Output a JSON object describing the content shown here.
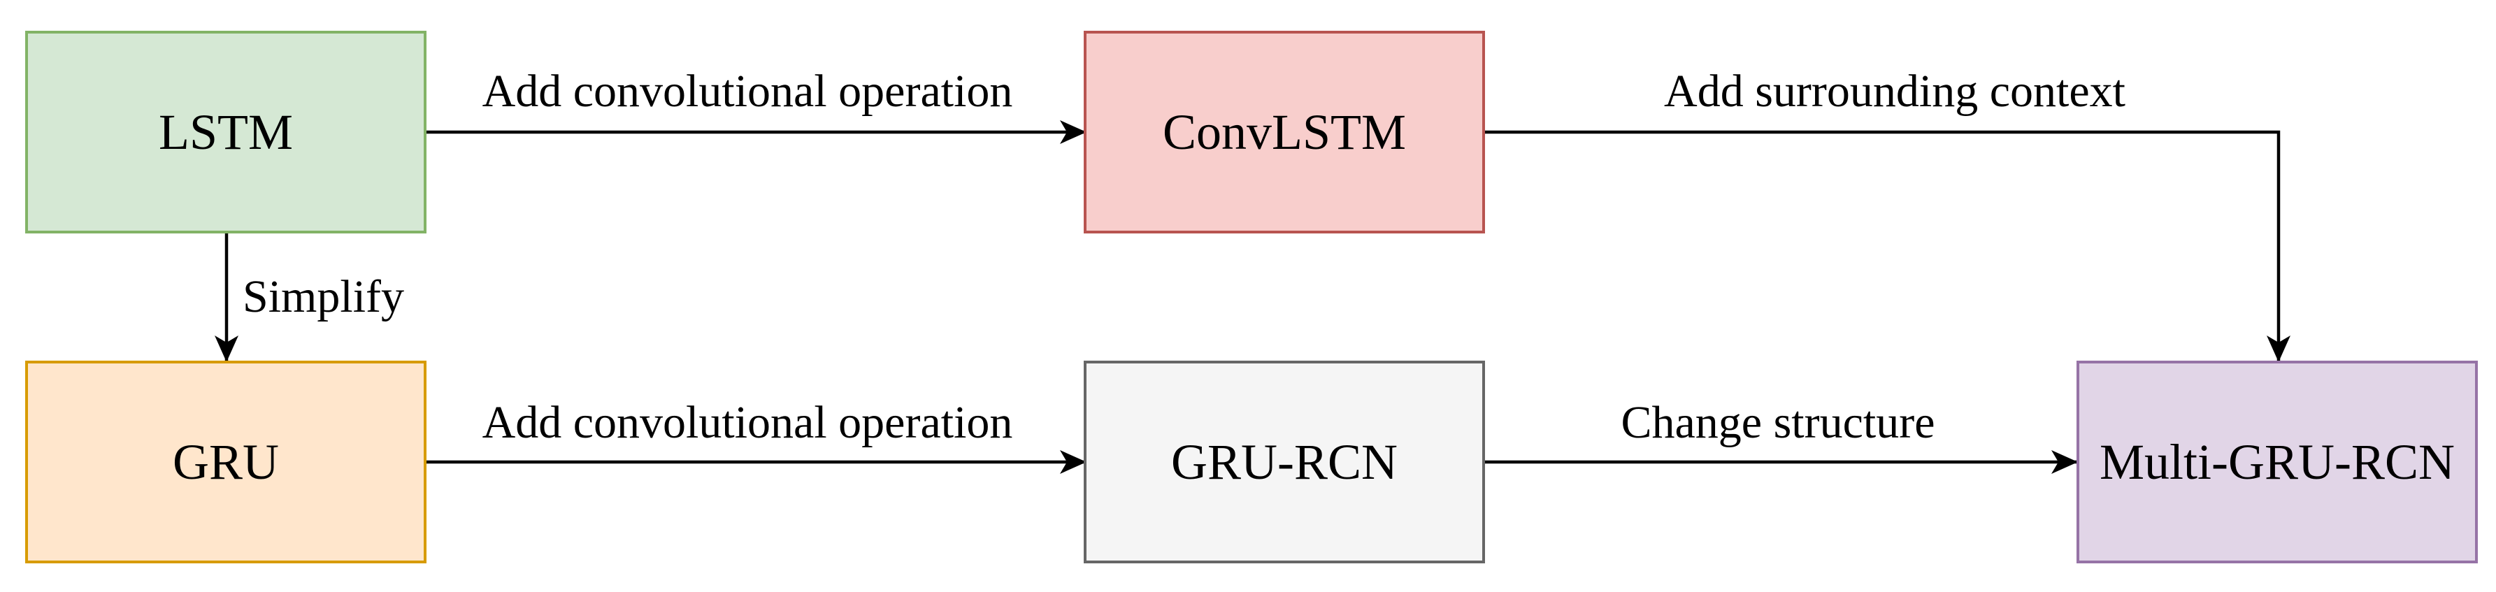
{
  "nodes": {
    "lstm": {
      "label": "LSTM",
      "fill": "#d5e8d4",
      "stroke": "#82b366"
    },
    "convlstm": {
      "label": "ConvLSTM",
      "fill": "#f8cecc",
      "stroke": "#b85450"
    },
    "gru": {
      "label": "GRU",
      "fill": "#ffe6cc",
      "stroke": "#d79b00"
    },
    "gru_rcn": {
      "label": "GRU-RCN",
      "fill": "#f5f5f5",
      "stroke": "#666666"
    },
    "multi_gru_rcn": {
      "label": "Multi-GRU-RCN",
      "fill": "#e1d5e7",
      "stroke": "#9673a6"
    }
  },
  "edges": {
    "lstm_to_convlstm": {
      "label": "Add convolutional operation"
    },
    "convlstm_to_multi": {
      "label": "Add surrounding context"
    },
    "lstm_to_gru": {
      "label": "Simplify"
    },
    "gru_to_grurcn": {
      "label": "Add convolutional operation"
    },
    "grurcn_to_multi": {
      "label": "Change structure"
    }
  }
}
